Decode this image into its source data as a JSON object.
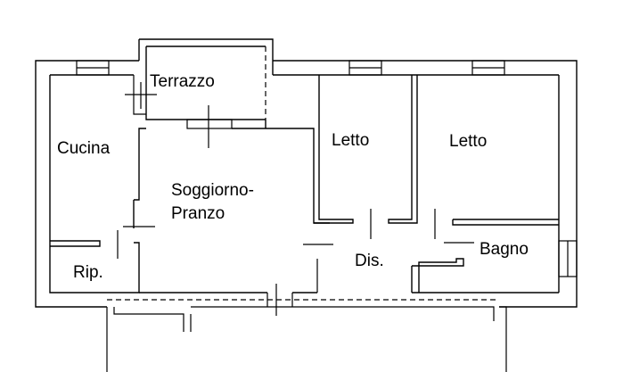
{
  "plan": {
    "rooms": [
      {
        "id": "terrazzo",
        "label": "Terrazzo"
      },
      {
        "id": "cucina",
        "label": "Cucina"
      },
      {
        "id": "soggiorno",
        "label": "Soggiorno-",
        "label2": "Pranzo"
      },
      {
        "id": "letto1",
        "label": "Letto"
      },
      {
        "id": "letto2",
        "label": "Letto"
      },
      {
        "id": "bagno",
        "label": "Bagno"
      },
      {
        "id": "dis",
        "label": "Dis."
      },
      {
        "id": "rip",
        "label": "Rip."
      }
    ]
  }
}
